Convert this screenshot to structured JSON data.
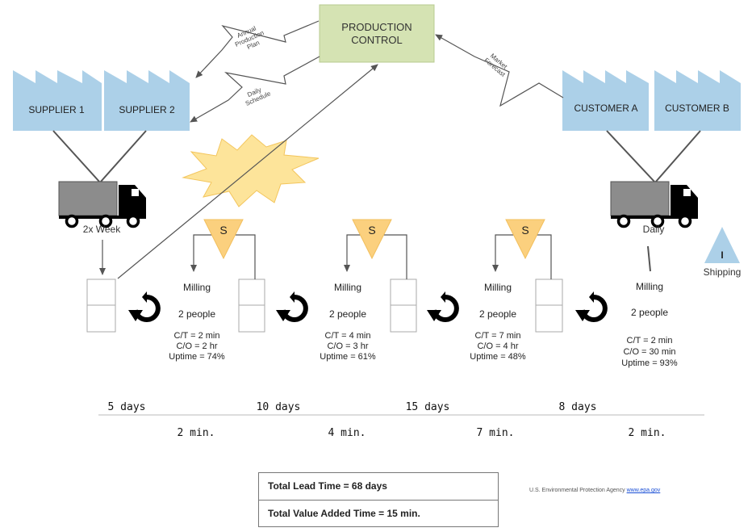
{
  "production_control": {
    "line1": "PRODUCTION",
    "line2": "CONTROL"
  },
  "suppliers": [
    "SUPPLIER 1",
    "SUPPLIER 2"
  ],
  "customers": [
    "CUSTOMER A",
    "CUSTOMER B"
  ],
  "info_flows": {
    "annual": [
      "Annual",
      "Production",
      "Plan"
    ],
    "daily": [
      "Daily",
      "Schedule"
    ],
    "forecast": [
      "Market",
      "Forecast"
    ]
  },
  "delivery": {
    "inbound": "2x Week",
    "outbound": "Daily"
  },
  "supermarket_letter": "S",
  "shipping": {
    "letter": "I",
    "label": "Shipping"
  },
  "processes": [
    {
      "name": "Milling",
      "people": "2 people",
      "ct": "C/T = 2 min",
      "co": "C/O = 2 hr",
      "uptime": "Uptime = 74%"
    },
    {
      "name": "Milling",
      "people": "2 people",
      "ct": "C/T = 4 min",
      "co": "C/O = 3 hr",
      "uptime": "Uptime = 61%"
    },
    {
      "name": "Milling",
      "people": "2 people",
      "ct": "C/T = 7 min",
      "co": "C/O = 4 hr",
      "uptime": "Uptime = 48%"
    },
    {
      "name": "Milling",
      "people": "2 people",
      "ct": "C/T = 2 min",
      "co": "C/O = 30 min",
      "uptime": "Uptime = 93%"
    }
  ],
  "timeline": {
    "days": [
      "5 days",
      "10 days",
      "15 days",
      "8 days"
    ],
    "minutes": [
      "2 min.",
      "4 min.",
      "7 min.",
      "2 min."
    ]
  },
  "totals": {
    "lead_time": "Total Lead Time = 68 days",
    "value_added": "Total Value Added Time = 15 min."
  },
  "credit": {
    "text": "U.S. Environmental Protection Agency ",
    "link": "www.epa.gov"
  }
}
